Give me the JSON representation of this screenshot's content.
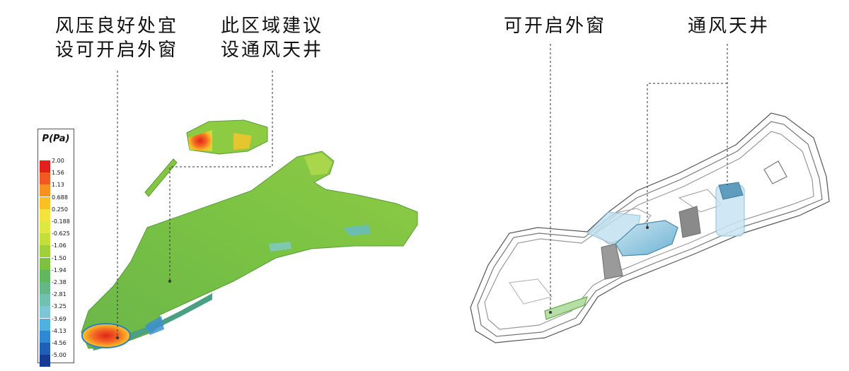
{
  "left_panel": {
    "callout_1": {
      "line1": "风压良好处宜",
      "line2": "设可开启外窗"
    },
    "callout_2": {
      "line1": "此区域建议",
      "line2": "设通风天井"
    },
    "legend": {
      "title": "P(Pa)",
      "ticks": [
        "2.00",
        "1.56",
        "1.13",
        "0.688",
        "0.250",
        "-0.188",
        "-0.625",
        "-1.06",
        "-1.50",
        "-1.94",
        "-2.38",
        "-2.81",
        "-3.25",
        "-3.69",
        "-4.13",
        "-4.56",
        "-5.00"
      ],
      "colors": [
        "#e4201c",
        "#f05a22",
        "#f7921e",
        "#fbbf24",
        "#f4e33c",
        "#dfe743",
        "#c4df3a",
        "#9fd03a",
        "#7cc242",
        "#5fb85b",
        "#63b886",
        "#6fc1b0",
        "#7cc6d8",
        "#4fb0e2",
        "#2f89d2",
        "#205fb6",
        "#163c94"
      ]
    }
  },
  "right_panel": {
    "callout_window": "可开启外窗",
    "callout_atrium": "通风天井"
  }
}
